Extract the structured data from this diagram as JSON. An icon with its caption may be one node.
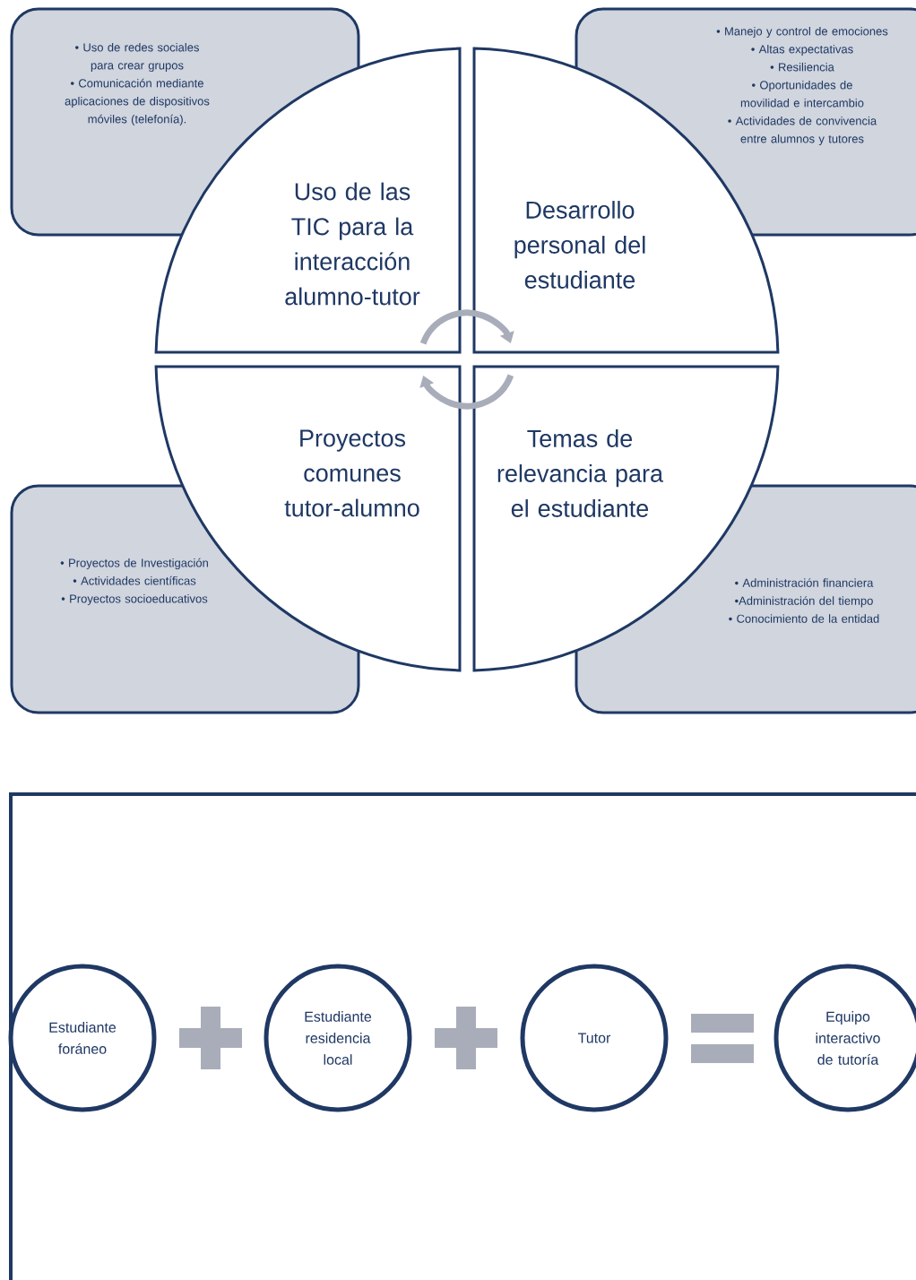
{
  "diagram": {
    "nodes": [
      {
        "text": [
          "Uso de las TIC para la interacción alumno-tutor"
        ]
      },
      {
        "text": [
          "Desarrollo personal del estudiante"
        ]
      },
      {
        "text": [
          "Proyectos comunes tutor-alumno"
        ]
      },
      {
        "text": [
          "Temas de relevancia para el estudiante"
        ]
      },
      {
        "text": [
          "• Uso de redes sociales para crear grupos",
          "• Comunicación mediante aplicaciones de dispositivos móviles (telefonía)."
        ]
      },
      {
        "text": [
          "• Manejo y control de emociones",
          "• Altas expectativas",
          "• Resiliencia",
          "• Oportunidades de movilidad e intercambio",
          "• Actividades de convivencia entre alumnos y tutores"
        ]
      },
      {
        "text": [
          "• Proyectos de Investigación",
          "• Actividades científicas",
          "• Proyectos socioeducativos"
        ]
      },
      {
        "text": [
          "• Administración financiera",
          "•Administración del tiempo",
          "• Conocimiento de la entidad"
        ]
      },
      {
        "text": [],
        "shape": "box"
      },
      {
        "text": [
          "Estudiante foráneo"
        ],
        "in": 8
      },
      {
        "text": [
          "Estudiante residencia local"
        ],
        "in": 8
      },
      {
        "text": [
          "Tutor"
        ],
        "in": 8
      },
      {
        "text": [
          "Equipo interactivo de tutoría"
        ],
        "in": 8
      }
    ],
    "edges": [
      {
        "from": 0,
        "to": 1,
        "arrow": "to"
      },
      {
        "from": 3,
        "to": 2,
        "arrow": "to"
      }
    ]
  }
}
